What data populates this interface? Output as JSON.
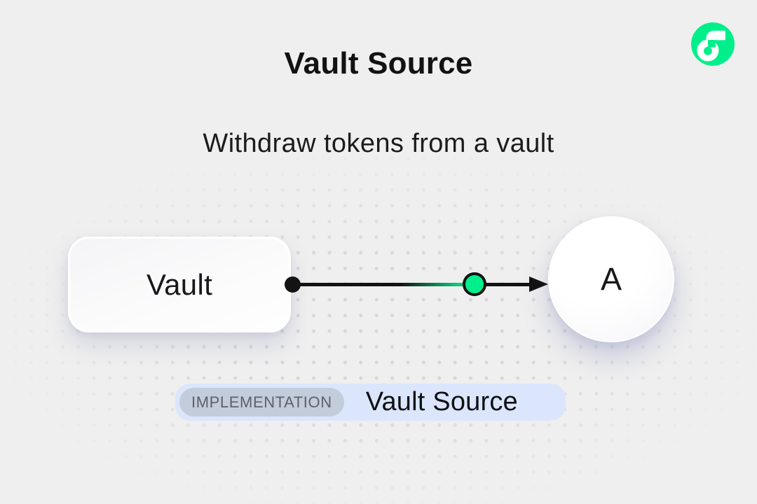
{
  "header": {
    "title": "Vault Source",
    "subtitle": "Withdraw tokens from a vault"
  },
  "logo": {
    "name": "flow-blockchain-logo"
  },
  "diagram": {
    "source_node": {
      "label": "Vault",
      "shape": "rounded-rect"
    },
    "target_node": {
      "label": "A",
      "shape": "circle"
    },
    "edge": {
      "type": "arrow",
      "direction": "left-to-right",
      "start_marker": "black-dot",
      "mid_marker": "green-token-circle"
    }
  },
  "footer_badge": {
    "tag": "IMPLEMENTATION",
    "label": "Vault Source"
  },
  "colors": {
    "green": "#00ef8b",
    "background": "#efefef",
    "ink": "#131313",
    "badge_bg": "#dbe6fc",
    "tag_bg": "#c3ccdb"
  }
}
